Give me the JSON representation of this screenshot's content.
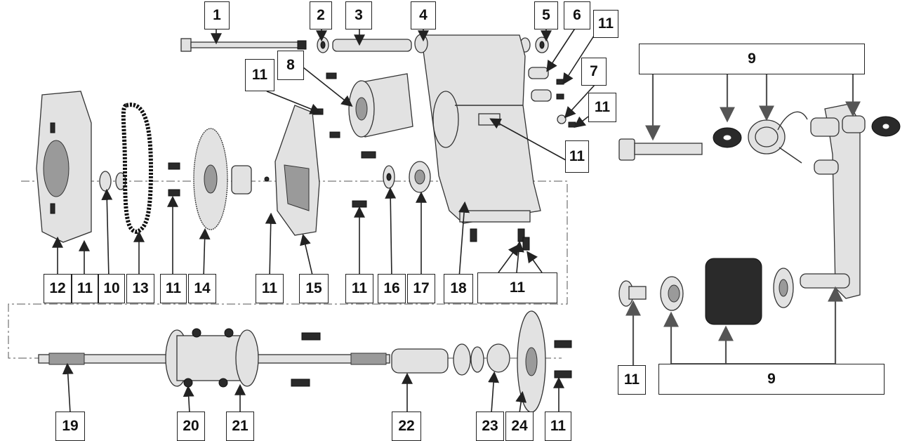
{
  "left_callouts": [
    "1",
    "2",
    "3",
    "4",
    "5",
    "6",
    "11",
    "8",
    "11",
    "7",
    "11",
    "11",
    "12",
    "11",
    "10",
    "13",
    "11",
    "14",
    "11",
    "15",
    "11",
    "16",
    "17",
    "18",
    "11",
    "19",
    "20",
    "21",
    "22",
    "23",
    "24",
    "11"
  ],
  "right_callouts": {
    "top_group": "9",
    "bottom_small": "11",
    "bottom_group": "9"
  }
}
